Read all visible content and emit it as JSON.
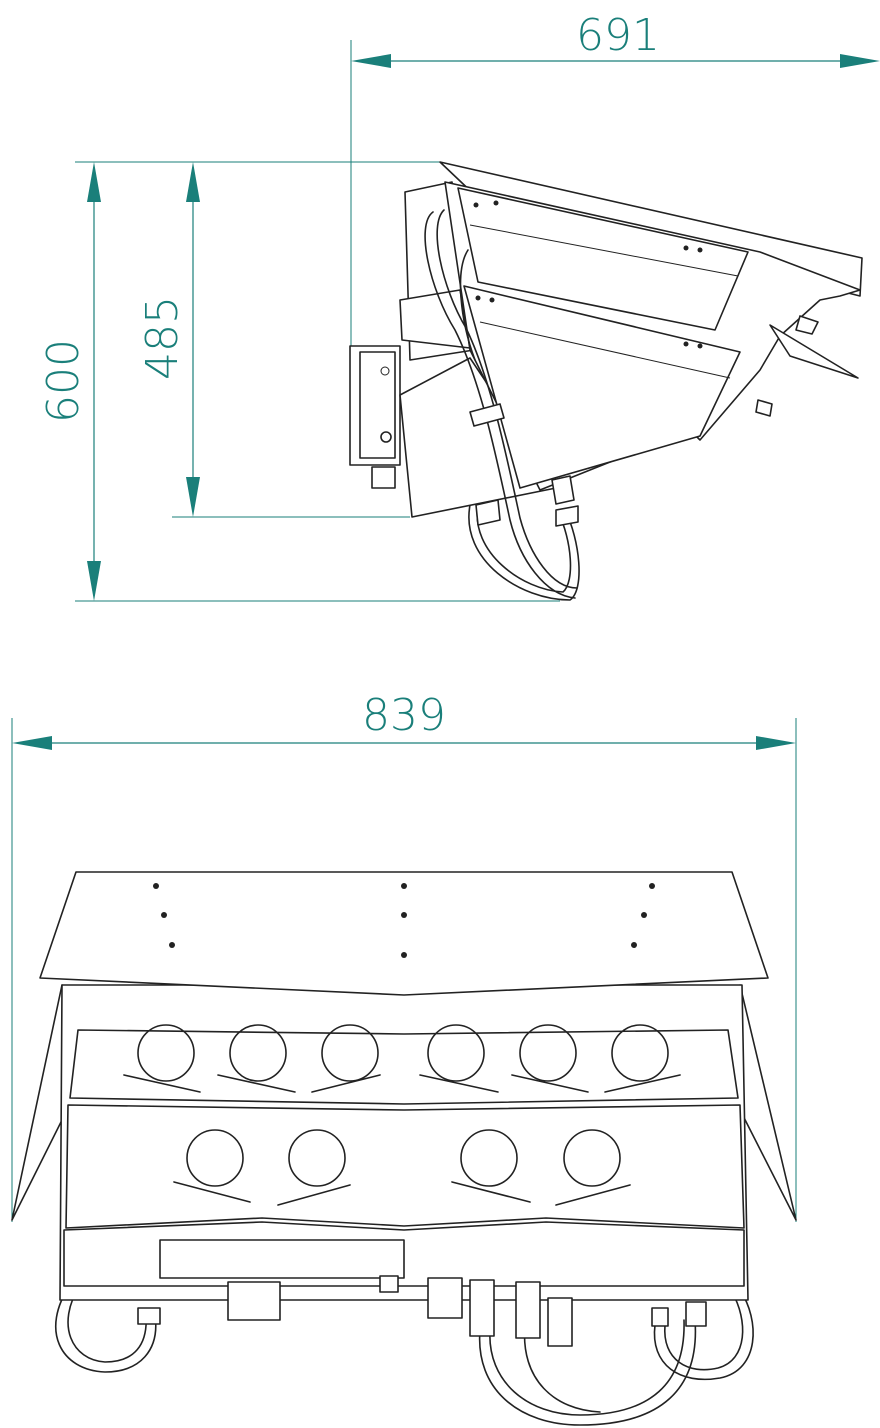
{
  "dimensions": {
    "side_width": "691",
    "side_height_total": "600",
    "side_height_housing": "485",
    "front_width": "839"
  },
  "colors": {
    "dimension_line": "#1a7f7a",
    "drawing_line": "#222222",
    "background": "#ffffff"
  }
}
